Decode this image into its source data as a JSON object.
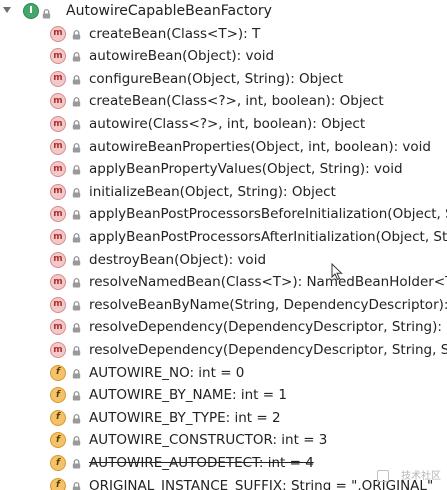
{
  "root": {
    "label": "AutowireCapableBeanFactory",
    "badge": "I",
    "icon": "interface-icon"
  },
  "items": [
    {
      "kind": "method",
      "badge": "m",
      "label": "createBean(Class<T>): T"
    },
    {
      "kind": "method",
      "badge": "m",
      "label": "autowireBean(Object): void"
    },
    {
      "kind": "method",
      "badge": "m",
      "label": "configureBean(Object, String): Object"
    },
    {
      "kind": "method",
      "badge": "m",
      "label": "createBean(Class<?>, int, boolean): Object"
    },
    {
      "kind": "method",
      "badge": "m",
      "label": "autowire(Class<?>, int, boolean): Object"
    },
    {
      "kind": "method",
      "badge": "m",
      "label": "autowireBeanProperties(Object, int, boolean): void"
    },
    {
      "kind": "method",
      "badge": "m",
      "label": "applyBeanPropertyValues(Object, String): void"
    },
    {
      "kind": "method",
      "badge": "m",
      "label": "initializeBean(Object, String): Object"
    },
    {
      "kind": "method",
      "badge": "m",
      "label": "applyBeanPostProcessorsBeforeInitialization(Object, String): Object"
    },
    {
      "kind": "method",
      "badge": "m",
      "label": "applyBeanPostProcessorsAfterInitialization(Object, String): Object"
    },
    {
      "kind": "method",
      "badge": "m",
      "label": "destroyBean(Object): void"
    },
    {
      "kind": "method",
      "badge": "m",
      "label": "resolveNamedBean(Class<T>): NamedBeanHolder<T>"
    },
    {
      "kind": "method",
      "badge": "m",
      "label": "resolveBeanByName(String, DependencyDescriptor): Object"
    },
    {
      "kind": "method",
      "badge": "m",
      "label": "resolveDependency(DependencyDescriptor, String): Object"
    },
    {
      "kind": "method",
      "badge": "m",
      "label": "resolveDependency(DependencyDescriptor, String, Set<String>, TypeConverter): Object"
    },
    {
      "kind": "field",
      "badge": "f",
      "label": "AUTOWIRE_NO: int = 0"
    },
    {
      "kind": "field",
      "badge": "f",
      "label": "AUTOWIRE_BY_NAME: int = 1"
    },
    {
      "kind": "field",
      "badge": "f",
      "label": "AUTOWIRE_BY_TYPE: int = 2"
    },
    {
      "kind": "field",
      "badge": "f",
      "label": "AUTOWIRE_CONSTRUCTOR: int = 3"
    },
    {
      "kind": "field",
      "badge": "f",
      "label": "AUTOWIRE_AUTODETECT: int = 4",
      "deprecated": true
    },
    {
      "kind": "field",
      "badge": "f",
      "label": "ORIGINAL_INSTANCE_SUFFIX: String = \".ORIGINAL\""
    }
  ],
  "watermark": "技术社区",
  "colors": {
    "interface_badge": "#44a66b",
    "method_badge": "#f2c9c9",
    "field_badge": "#f4c26a",
    "lock": "#8a8a8a"
  }
}
